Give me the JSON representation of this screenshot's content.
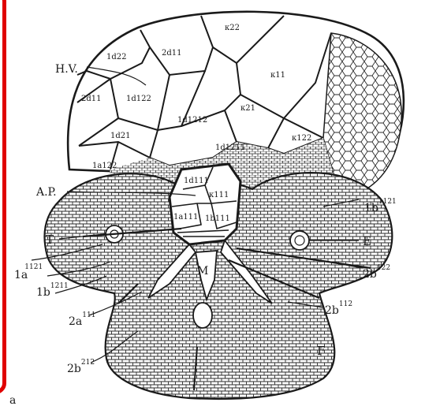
{
  "labels": {
    "hv": "H.V.",
    "ap": "A.P.",
    "t": "T",
    "e": "E",
    "f": "F",
    "m": "M",
    "a1121_base": "1a",
    "a1121_sup": "1121",
    "b1211_base": "1b",
    "b1211_sup": "1211",
    "a2111_base": "2a",
    "a2111_sup": "111",
    "b2212_base": "2b",
    "b2212_sup": "212",
    "b1121_base": "1b",
    "b1121_sup": "1121",
    "b2122_base": "2b",
    "b2122_sup": "122",
    "b2112_base": "2b",
    "b2112_sup": "112"
  },
  "cells": {
    "k22": "κ22",
    "k11": "κ11",
    "k21": "κ21",
    "k122": "κ122",
    "k111": "κ111",
    "d22": "1d22",
    "d11": "2d11",
    "d11b": "2d11",
    "d122": "1d122",
    "d1212": "1d1212",
    "d21": "1d21",
    "d1211": "1d1211",
    "d111": "1d111",
    "a122": "1a122",
    "a111": "1a111",
    "b111": "1b111"
  },
  "footer": {
    "mark": "a"
  },
  "colors": {
    "frame": "#e00000",
    "ink": "#1a1a1a",
    "paper": "#ffffff"
  }
}
